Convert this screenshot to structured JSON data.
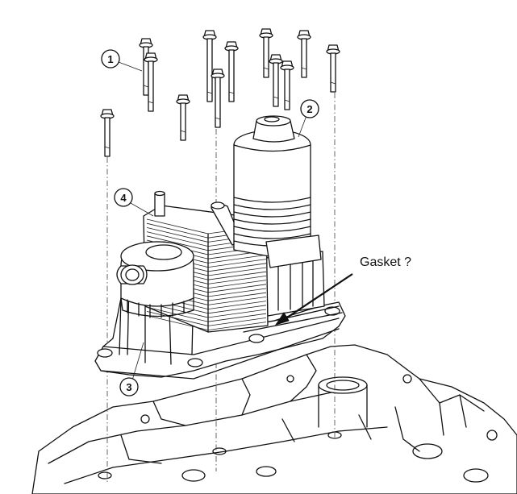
{
  "callouts": [
    {
      "id": "1",
      "label": "1"
    },
    {
      "id": "2",
      "label": "2"
    },
    {
      "id": "3",
      "label": "3"
    },
    {
      "id": "4",
      "label": "4"
    }
  ],
  "annotation": {
    "text": "Gasket ?"
  }
}
